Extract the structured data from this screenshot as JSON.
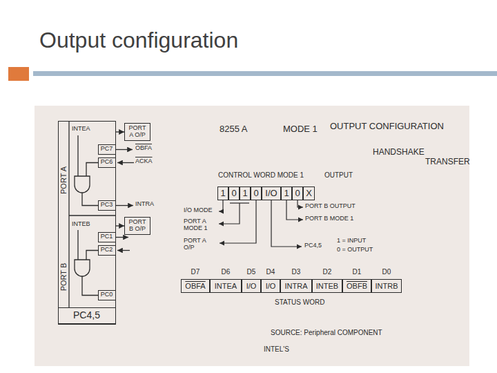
{
  "diagram": {
    "title": "Output configuration",
    "nodes": [
      {
        "text": [
          "PORT A",
          "PORT B"
        ]
      },
      {
        "text": [
          "PC7"
        ],
        "in": 0
      },
      {
        "text": [
          "PC6"
        ],
        "in": 0
      },
      {
        "text": [
          "PC3"
        ],
        "in": 0
      },
      {
        "text": [
          "PC1"
        ],
        "in": 0
      },
      {
        "text": [
          "PC2"
        ],
        "in": 0
      },
      {
        "text": [
          "PC0"
        ],
        "in": 0
      },
      {
        "text": [
          "PC4,5"
        ],
        "in": 0
      },
      {
        "text": [
          "PORT A O/P"
        ]
      },
      {
        "text": [
          "PORT B O/P"
        ]
      },
      {
        "text": [
          "1"
        ]
      },
      {
        "text": [
          "0"
        ]
      },
      {
        "text": [
          "1"
        ]
      },
      {
        "text": [
          "0"
        ]
      },
      {
        "text": [
          "I/O"
        ]
      },
      {
        "text": [
          "1"
        ]
      },
      {
        "text": [
          "0"
        ]
      },
      {
        "text": [
          "X"
        ]
      },
      {
        "text": [
          "OBFA"
        ]
      },
      {
        "text": [
          "INTEA"
        ]
      },
      {
        "text": [
          "I/O"
        ]
      },
      {
        "text": [
          "I/O"
        ]
      },
      {
        "text": [
          "INTRA"
        ]
      },
      {
        "text": [
          "INTEB"
        ]
      },
      {
        "text": [
          "OBFB"
        ]
      },
      {
        "text": [
          "INTRB"
        ]
      }
    ],
    "edges": [
      {
        "from": 0,
        "to": 8,
        "arrow": "to"
      },
      {
        "from": 0,
        "to": 9,
        "arrow": "to"
      }
    ],
    "labels": [
      "INTEA",
      "OBFA",
      "ACKA",
      "INTRA",
      "INTEB",
      "8255 A",
      "MODE 1",
      "OUTPUT CONFIGURATION",
      "HANDSHAKE",
      "TRANSFER",
      "CONTROL WORD MODE 1",
      "OUTPUT",
      "I/O MODE",
      "PORT A MODE 1",
      "PORT A O/P",
      "PC4,5",
      "1 = INPUT",
      "0 = OUTPUT",
      "PORT B OUTPUT",
      "PORT B MODE 1",
      "D7",
      "D6",
      "D5",
      "D4",
      "D3",
      "D2",
      "D1",
      "D0",
      "STATUS WORD",
      "SOURCE: Peripheral COMPONENT",
      "INTEL'S"
    ]
  }
}
